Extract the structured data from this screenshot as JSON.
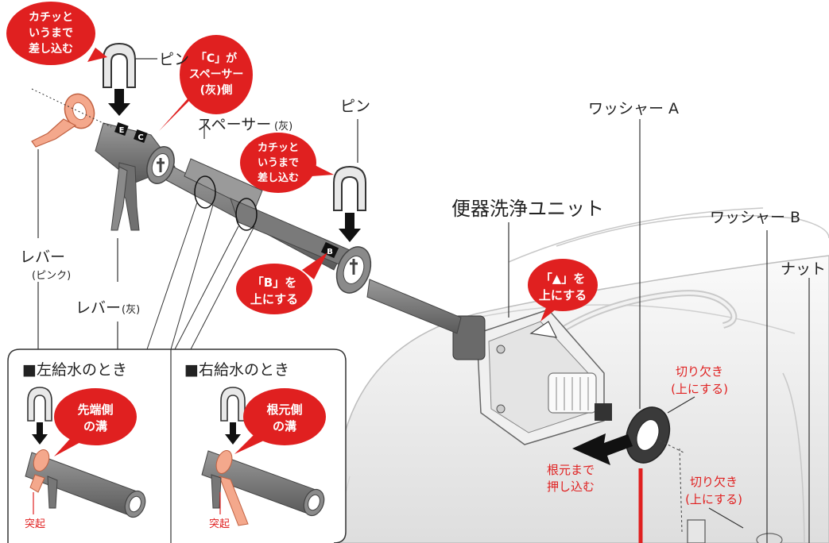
{
  "labels": {
    "pin_top": "ピン",
    "pin_right": "ピン",
    "spacer": "スペーサー",
    "spacer_sub": "(灰)",
    "lever_pink": "レバー",
    "lever_pink_sub": "(ピンク)",
    "lever_gray": "レバー",
    "lever_gray_sub": "(灰)",
    "unit": "便器洗浄ユニット",
    "washer_a": "ワッシャー A",
    "washer_b": "ワッシャー B",
    "nut": "ナット",
    "notch1_l1": "切り欠き",
    "notch1_l2": "(上にする)",
    "notch2_l1": "切り欠き",
    "notch2_l2": "(上にする)",
    "push_l1": "根元まで",
    "push_l2": "押し込む"
  },
  "callouts": {
    "click1": [
      "カチッと",
      "いうまで",
      "差し込む"
    ],
    "c_side": [
      "「C」が",
      "スペーサー",
      "(灰)側"
    ],
    "click2": [
      "カチッと",
      "いうまで",
      "差し込む"
    ],
    "b_up": [
      "「B」を",
      "上にする"
    ],
    "tri_up": [
      "「▲」を",
      "上にする"
    ],
    "left_groove": [
      "先端側",
      "の溝"
    ],
    "right_groove": [
      "根元側",
      "の溝"
    ]
  },
  "marks": {
    "letter_e": "E",
    "letter_c": "C",
    "letter_b": "B"
  },
  "inset": {
    "left_title": "■左給水のとき",
    "right_title": "■右給水のとき",
    "left_proj": "突起",
    "right_proj": "突起"
  },
  "colors": {
    "red": "#e02020",
    "pink": "#f4a88c",
    "gray": "#7d7d7d",
    "dark_gray": "#555555"
  }
}
